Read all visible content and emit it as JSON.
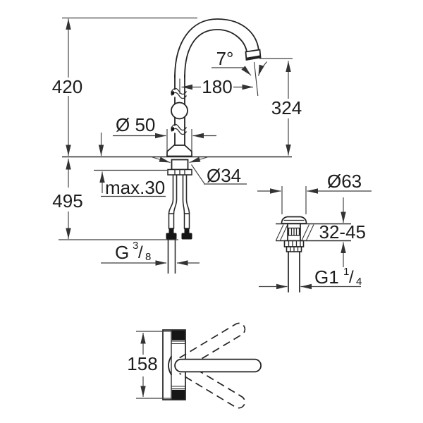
{
  "labels": {
    "overall_height": "420",
    "below_deck_height": "495",
    "body_diameter": "Ø 50",
    "max_deck_thickness": "max.30",
    "hole_diameter": "Ø34",
    "spout_angle": "7°",
    "spout_reach": "180",
    "spout_height": "324",
    "supply_thread": {
      "prefix": "G",
      "numerator": "3",
      "slash": "/",
      "denominator": "8"
    },
    "waste_flange_diameter": "Ø63",
    "waste_deck_range": "32-45",
    "waste_thread": {
      "prefix": "G1",
      "numerator": "1",
      "slash": "/",
      "denominator": "4"
    },
    "swivel_height": "158"
  },
  "colors": {
    "line": "#232323",
    "dimension_line": "#3f3f3f",
    "background": "#ffffff"
  }
}
